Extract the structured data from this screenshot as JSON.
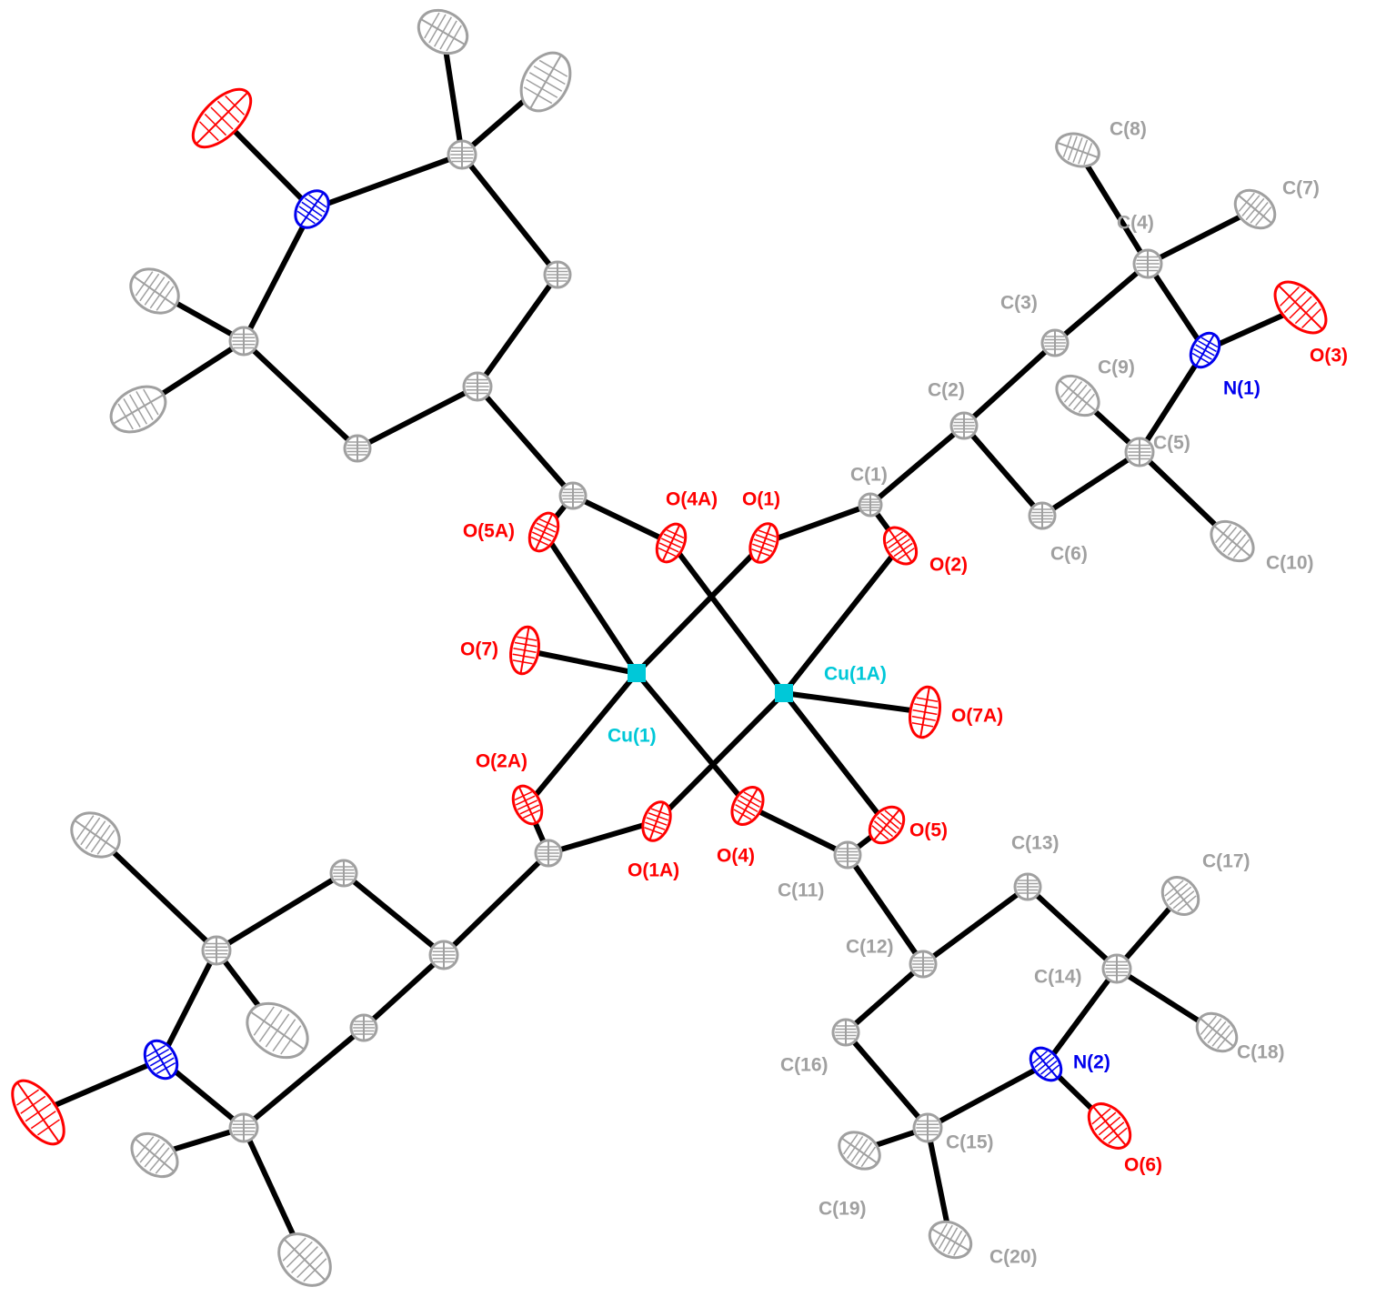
{
  "colors": {
    "C": "#a0a0a0",
    "O": "#ff0000",
    "N": "#0000ee",
    "Cu": "#00c8d8",
    "bond": "#000000",
    "background": "#ffffff"
  },
  "labels": {
    "C1": "C(1)",
    "C2": "C(2)",
    "C3": "C(3)",
    "C4": "C(4)",
    "C5": "C(5)",
    "C6": "C(6)",
    "C7": "C(7)",
    "C8": "C(8)",
    "C9": "C(9)",
    "C10": "C(10)",
    "C11": "C(11)",
    "C12": "C(12)",
    "C13": "C(13)",
    "C14": "C(14)",
    "C15": "C(15)",
    "C16": "C(16)",
    "C17": "C(17)",
    "C18": "C(18)",
    "C19": "C(19)",
    "C20": "C(20)",
    "N1": "N(1)",
    "N2": "N(2)",
    "O1": "O(1)",
    "O2": "O(2)",
    "O3": "O(3)",
    "O4": "O(4)",
    "O5": "O(5)",
    "O6": "O(6)",
    "O7": "O(7)",
    "O1A": "O(1A)",
    "O2A": "O(2A)",
    "O4A": "O(4A)",
    "O5A": "O(5A)",
    "O7A": "O(7A)",
    "Cu1": "Cu(1)",
    "Cu1A": "Cu(1A)"
  }
}
